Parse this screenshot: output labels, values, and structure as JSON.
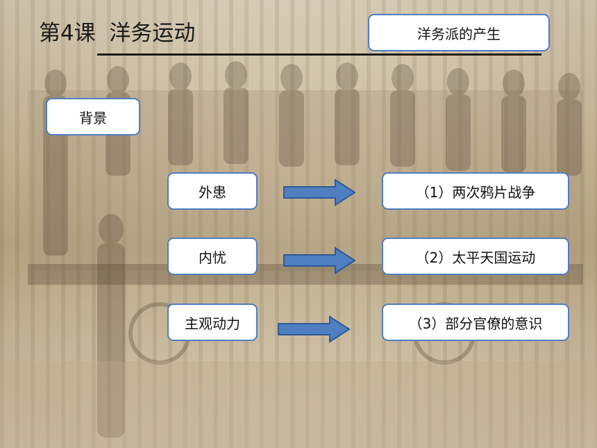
{
  "lesson": {
    "title": "第4课  洋务运动"
  },
  "header_box": {
    "label": "洋务派的产生"
  },
  "background_box": {
    "label": "背景"
  },
  "causes": [
    {
      "label": "外患",
      "result": "（1）两次鸦片战争"
    },
    {
      "label": "内忧",
      "result": "（2）太平天国运动"
    },
    {
      "label": "主观动力",
      "result": "（3）部分官僚的意识"
    }
  ],
  "colors": {
    "box_border": "#4f7ec1",
    "arrow_fill": "#4f7ec1",
    "arrow_stroke": "#2f5a96"
  }
}
